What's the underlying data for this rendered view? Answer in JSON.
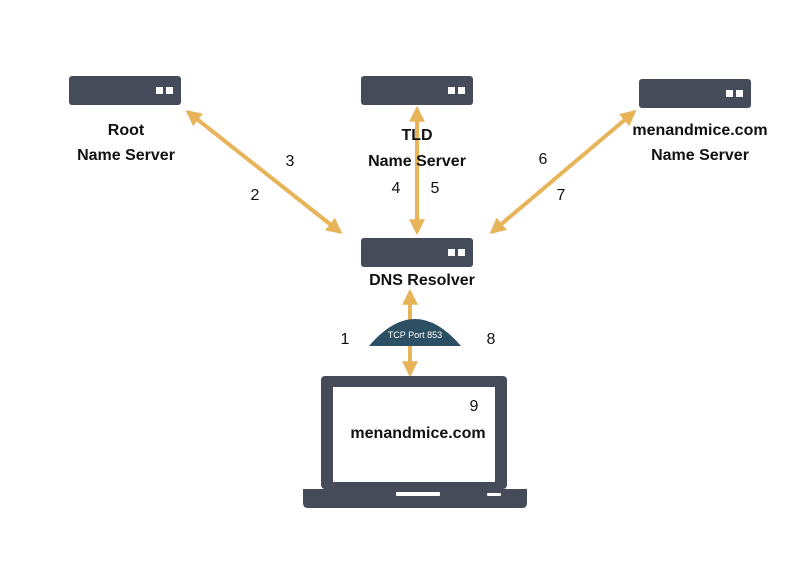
{
  "nodes": {
    "root": {
      "line1": "Root",
      "line2": "Name Server"
    },
    "tld": {
      "line1": "TLD",
      "line2": "Name Server"
    },
    "auth": {
      "line1": "menandmice.com",
      "line2": "Name Server"
    },
    "resolver": {
      "label": "DNS Resolver"
    },
    "client": {
      "screen_text": "menandmice.com",
      "step": "9"
    }
  },
  "tunnel": {
    "label": "TCP Port 853"
  },
  "steps": [
    "1",
    "2",
    "3",
    "4",
    "5",
    "6",
    "7",
    "8"
  ],
  "colors": {
    "arrow": "#e8b45a",
    "server": "#454b58",
    "tunnel": "#2d4f63",
    "laptop": "#454b58",
    "text": "#111111"
  },
  "icons": {
    "server": "server-icon",
    "laptop": "laptop-icon"
  }
}
